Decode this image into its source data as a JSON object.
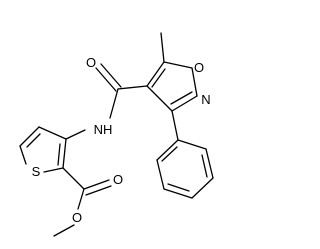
{
  "molecule": {
    "atoms": {
      "oxygen_carbonyl_amide": "O",
      "oxygen_isoxazole": "O",
      "nitrogen_isoxazole": "N",
      "amide_nh": "NH",
      "sulfur": "S",
      "oxygen_ester_carbonyl": "O",
      "oxygen_ester": "O"
    },
    "colors": {
      "ink": "#000000",
      "background": "#ffffff"
    }
  }
}
